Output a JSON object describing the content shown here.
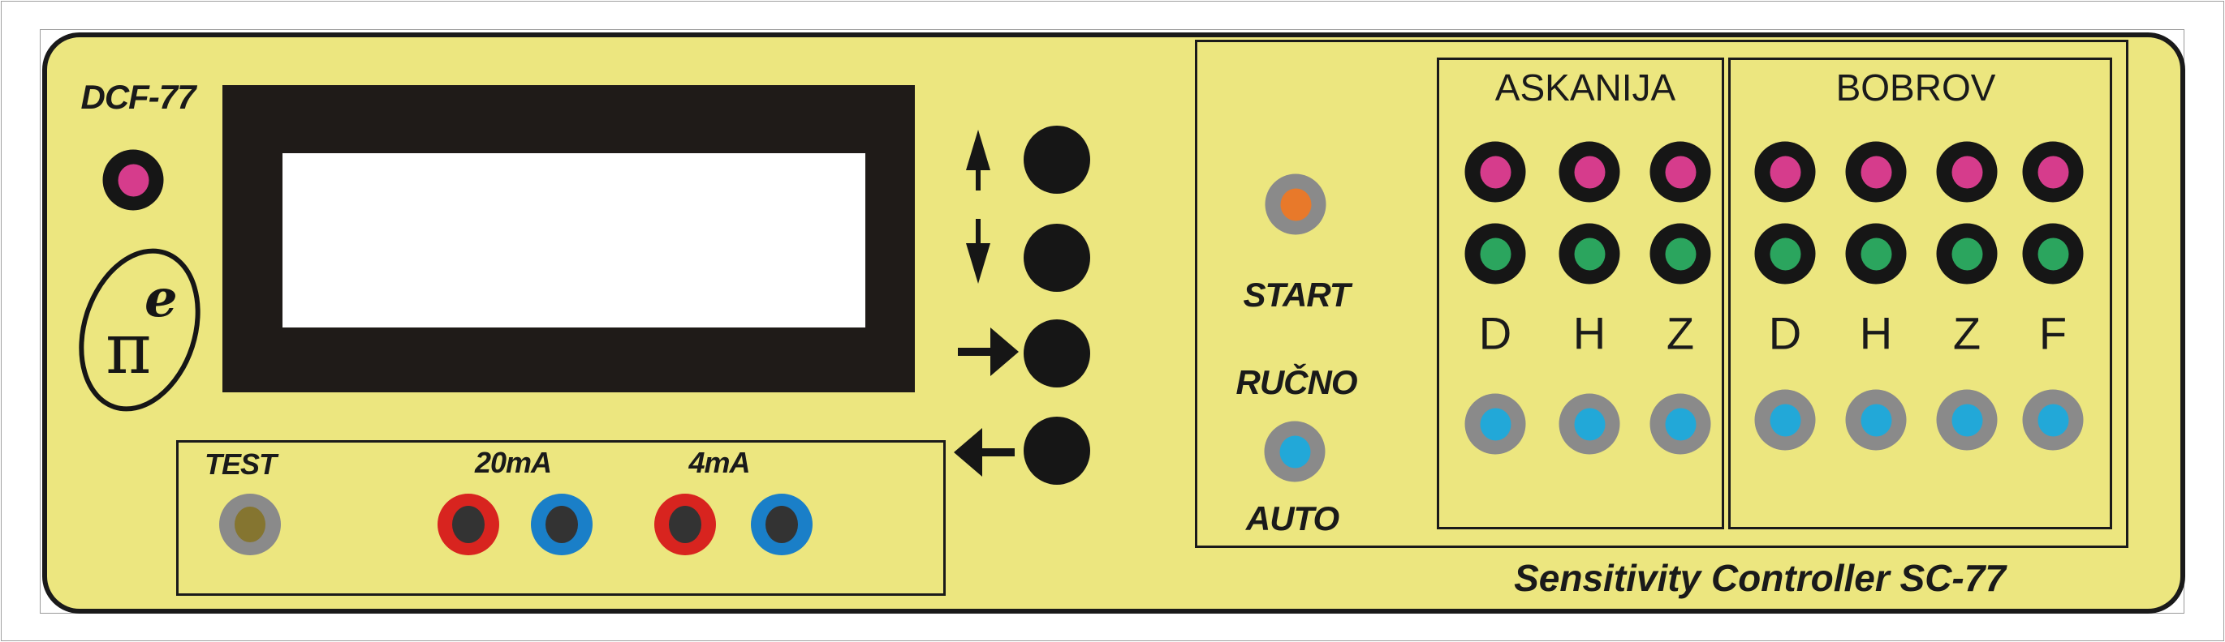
{
  "device": {
    "title": "Sensitivity Controller SC-77",
    "dcf_label": "DCF-77",
    "logo": {
      "symbol": "π",
      "superscript": "e"
    },
    "lcd": {
      "text": ""
    },
    "nav_buttons": [
      {
        "name": "up",
        "arrow": "▲"
      },
      {
        "name": "down",
        "arrow": "▼"
      },
      {
        "name": "right",
        "arrow": "▶"
      },
      {
        "name": "left",
        "arrow": "◀"
      }
    ],
    "test_panel": {
      "test_label": "TEST",
      "label_20ma": "20mA",
      "label_4ma": "4mA"
    },
    "mode": {
      "start_label": "START",
      "manual_label": "RUČNO",
      "auto_label": "AUTO"
    },
    "groups": [
      {
        "name": "ASKANIJA",
        "channels": [
          "D",
          "H",
          "Z"
        ]
      },
      {
        "name": "BOBROV",
        "channels": [
          "D",
          "H",
          "Z",
          "F"
        ]
      }
    ]
  },
  "colors": {
    "panel": "#ece67f",
    "pink": "#d63c8c",
    "green": "#2ba55e",
    "blue": "#22a8d8",
    "orange": "#e8792a",
    "gray": "#8a8a8a",
    "red": "#d8241f",
    "jack_blue": "#1a7fc8",
    "olive": "#857530"
  }
}
